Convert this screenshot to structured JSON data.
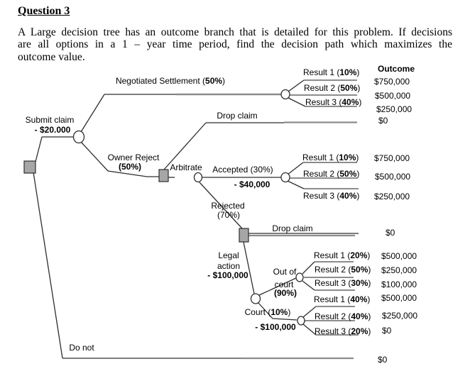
{
  "title": "Question 3",
  "question_lines": [
    "A Large decision tree has an outcome branch that is detailed for this problem. If decisions",
    "are all options in a 1 – year time period, find the decision path which maximizes the",
    "outcome value."
  ],
  "outcome_header": "Outcome",
  "colors": {
    "node_fill": "#a6a6a6",
    "node_border": "#2e2e2e",
    "line_dark": "#2e2e2e",
    "line_gray": "#8c8c8c",
    "text": "#000000"
  },
  "tree": {
    "branches": {
      "submit_claim": {
        "label": "Submit claim",
        "cost": "- $20.000"
      },
      "do_not": {
        "label": "Do not",
        "outcome": "$0"
      },
      "negotiated_settlement": {
        "pre": "Negotiated Settlement (",
        "bold": "50%",
        "post": ")"
      },
      "owner_reject": {
        "label": "Owner Reject",
        "prob": "(50%)"
      },
      "drop_claim_top": {
        "label": "Drop claim",
        "outcome": "$0"
      },
      "arbitrate": {
        "label": "Arbitrate"
      },
      "accepted": {
        "label": "Accepted (30%)",
        "cost": "- $40,000"
      },
      "rejected": {
        "label": "Rejected",
        "prob": "(70%)"
      },
      "drop_claim_mid": {
        "label": "Drop claim",
        "outcome": "$0"
      },
      "legal_action": {
        "label_line1": "Legal",
        "label_line2": "action",
        "cost": "- $100,000"
      },
      "out_of_court": {
        "label_line1": "Out of",
        "label_line2": "court",
        "prob": "(90%)"
      },
      "court": {
        "pre": "Court (",
        "bold": "10%",
        "post": ")",
        "cost": "- $100,000"
      }
    },
    "fans": {
      "negotiated": [
        {
          "pre": "Result 1 (",
          "bold": "10%",
          "post": ")",
          "outcome": "$750,000"
        },
        {
          "pre": "Result 2 (",
          "bold": "50%",
          "post": ")",
          "outcome": "$500,000"
        },
        {
          "pre": "Result 3 (",
          "bold": "40%",
          "post": ")",
          "outcome": "$250,000"
        }
      ],
      "accepted": [
        {
          "pre": "Result 1 (",
          "bold": "10%",
          "post": ")",
          "outcome": "$750,000"
        },
        {
          "pre": "Result 2 (",
          "bold": "50%",
          "post": ")",
          "outcome": "$500,000"
        },
        {
          "pre": "Result 3 (",
          "bold": "40%",
          "post": ")",
          "outcome": "$250,000"
        }
      ],
      "out_of_court": [
        {
          "pre": "Result 1 (",
          "bold": "20%",
          "post": ")",
          "outcome": "$500,000"
        },
        {
          "pre": "Result 2 (",
          "bold": "50%",
          "post": ")",
          "outcome": "$250,000"
        },
        {
          "pre": "Result 3 (",
          "bold": "30%",
          "post": ")",
          "outcome": "$100,000"
        }
      ],
      "court": [
        {
          "pre": "Result 1 (",
          "bold": "40%",
          "post": ")",
          "outcome": "$500,000"
        },
        {
          "pre": "Result 2 (",
          "bold": "40%",
          "post": ")",
          "outcome": "$250,000"
        },
        {
          "pre": "Result 3 (",
          "bold": "20%",
          "post": ")",
          "outcome": "$0"
        }
      ]
    }
  }
}
